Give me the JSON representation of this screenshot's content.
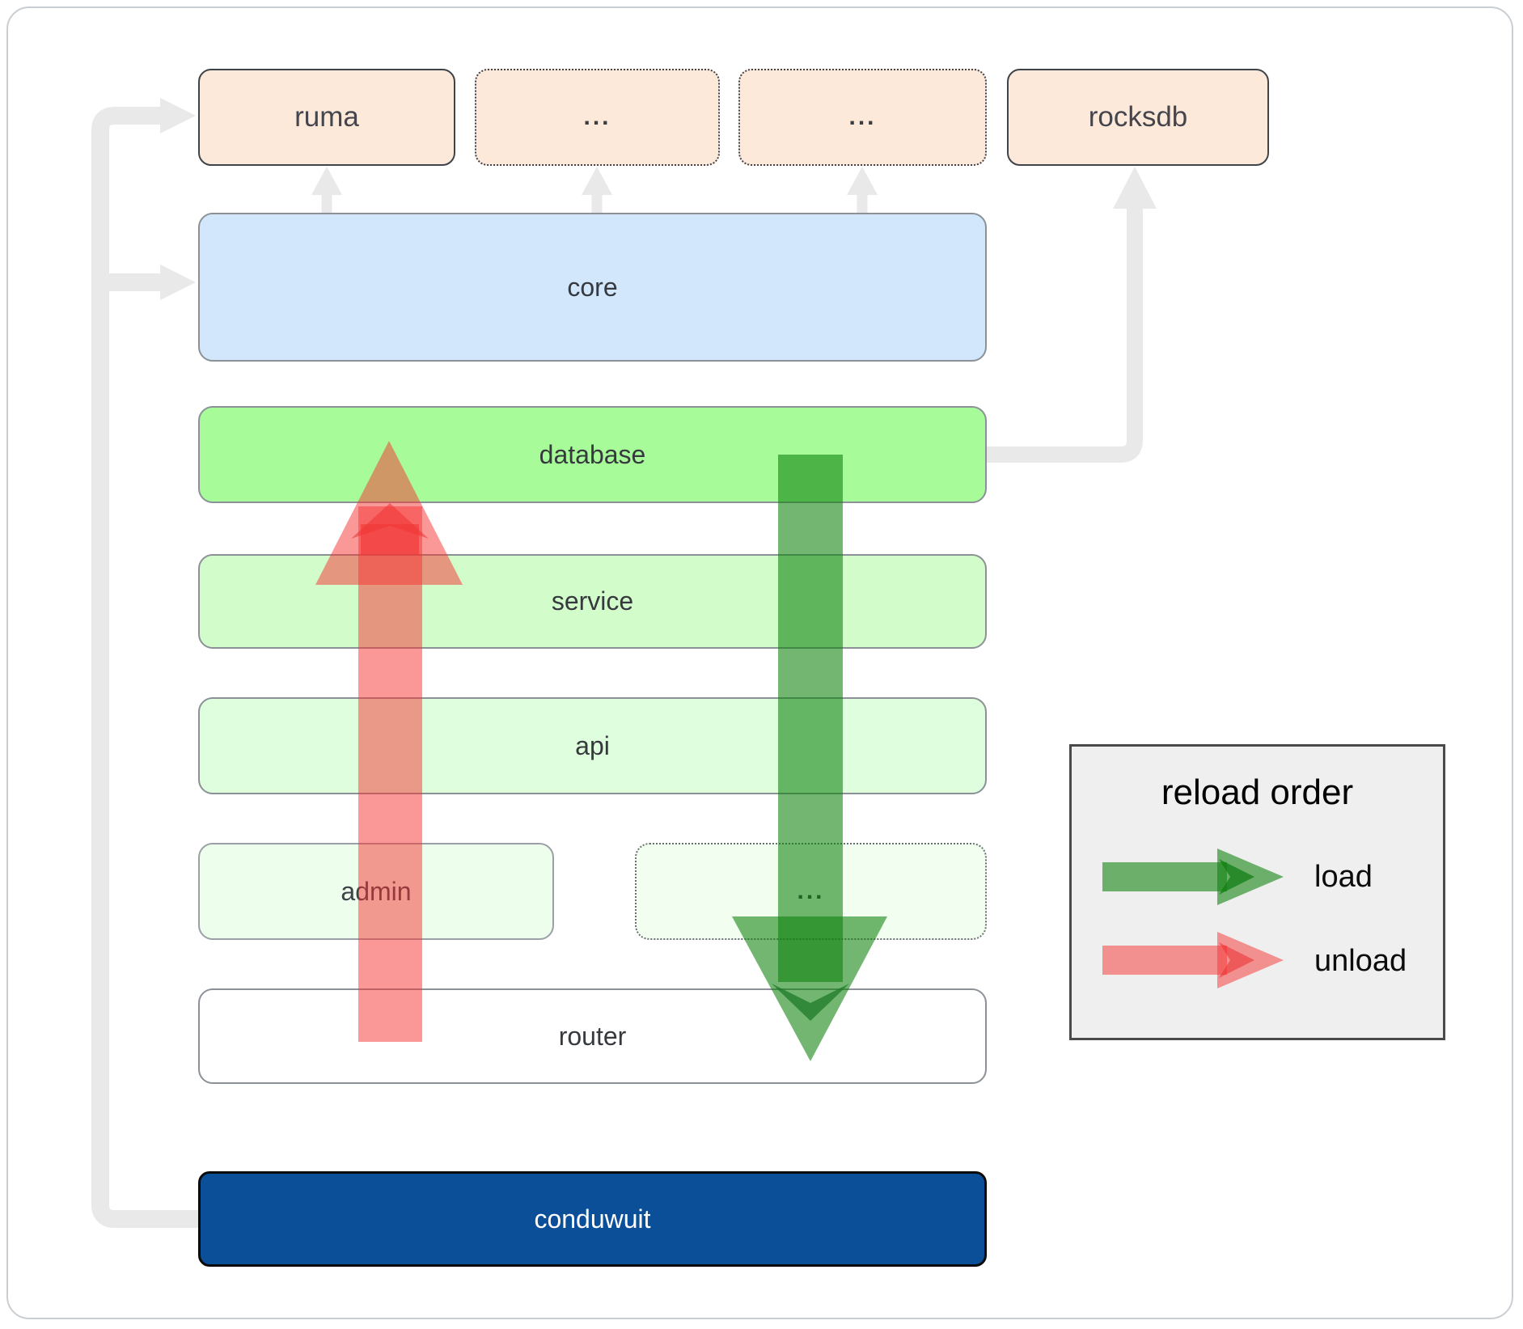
{
  "nodes": {
    "ruma": "ruma",
    "dep_1": "...",
    "dep_2": "...",
    "rocksdb": "rocksdb",
    "core": "core",
    "database": "database",
    "service": "service",
    "api": "api",
    "admin": "admin",
    "service_etc": "...",
    "router": "router",
    "conduwuit": "conduwuit"
  },
  "legend": {
    "title": "reload order",
    "load_label": "load",
    "unload_label": "unload"
  },
  "edges": [
    {
      "from": "conduwuit",
      "to": "ruma"
    },
    {
      "from": "conduwuit",
      "to": "core"
    },
    {
      "from": "core",
      "to": "dependency-1"
    },
    {
      "from": "core",
      "to": "dependency-2"
    },
    {
      "from": "core",
      "to": "ruma"
    },
    {
      "from": "database",
      "to": "rocksdb"
    },
    {
      "from": "database",
      "to": "router",
      "label": "load"
    },
    {
      "from": "router",
      "to": "database",
      "label": "unload"
    }
  ],
  "colors": {
    "dependency_peach": "#fce9da",
    "core_blue": "#d2e7fc",
    "database_green": "#a7fc99",
    "service_green": "#d2fdcb",
    "api_green": "#dffede",
    "admin_green": "#edfeec",
    "router_white": "#ffffff",
    "conduwuit_blue": "#0b4f99",
    "load_green": "#0c820c",
    "unload_red": "#f53232",
    "connector_gray": "#e9e9e9"
  }
}
